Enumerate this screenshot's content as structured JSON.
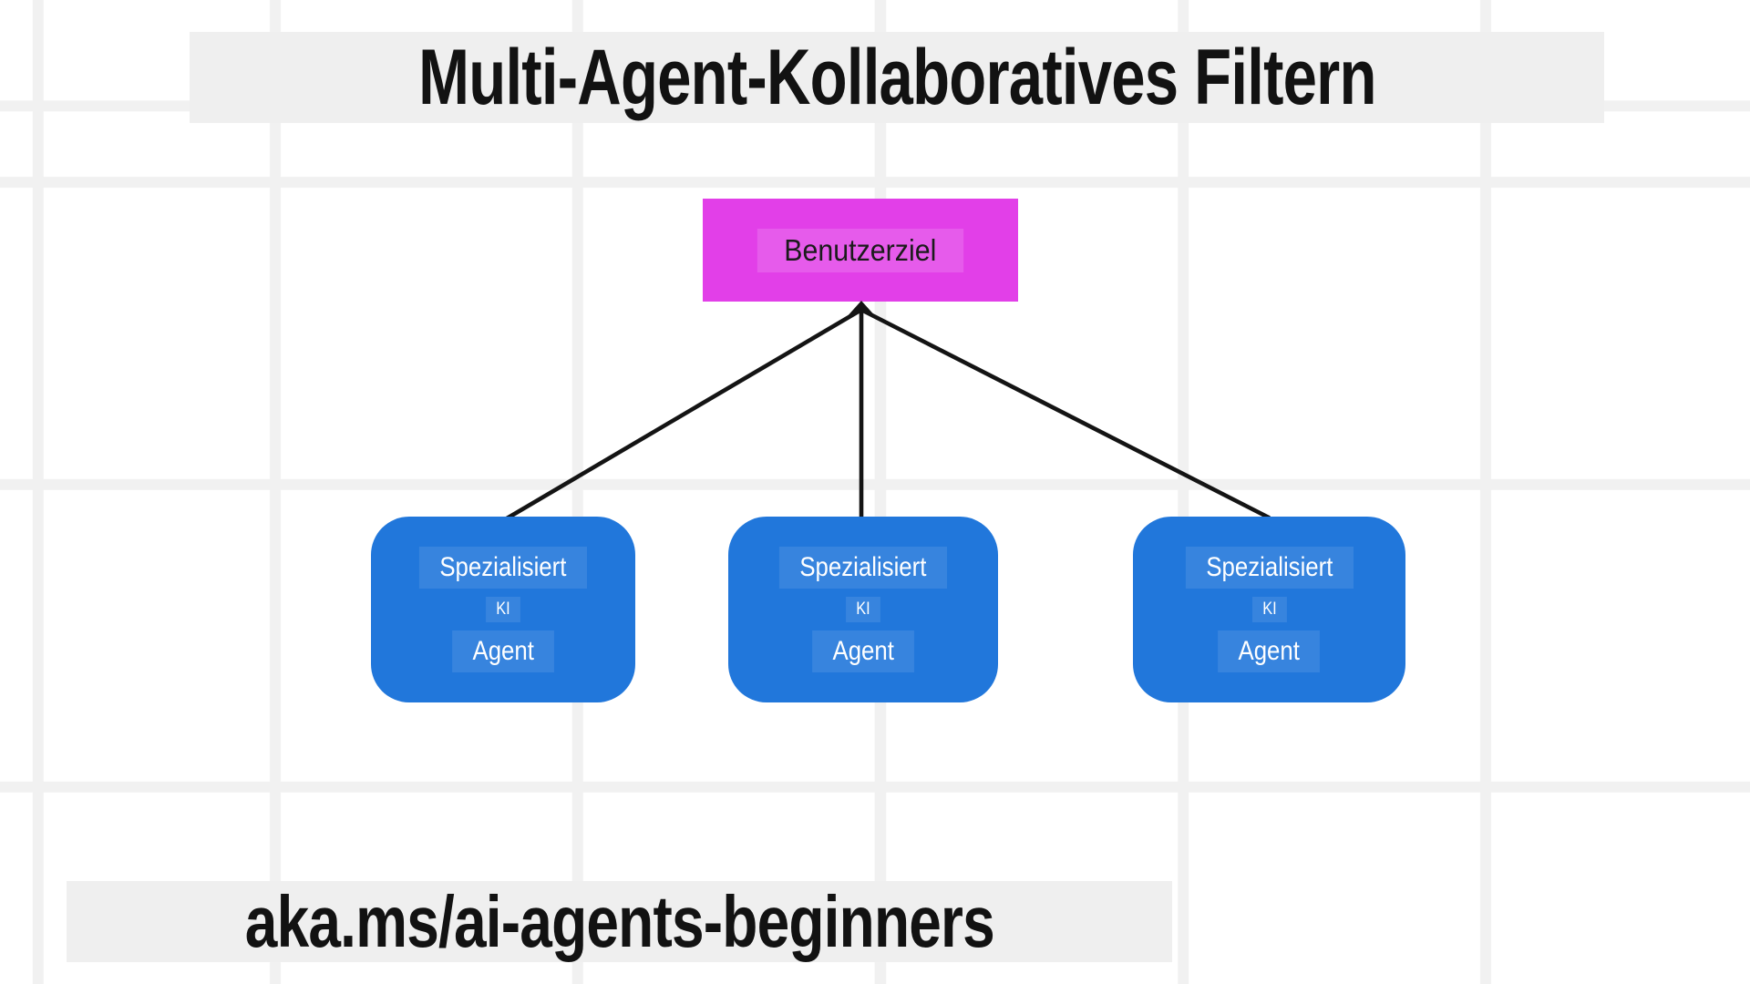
{
  "diagram": {
    "title": "Multi-Agent-Kollaboratives Filtern",
    "footer_link": "aka.ms/ai-agents-beginners",
    "goal_node": {
      "label": "Benutzerziel"
    },
    "agent_nodes": [
      {
        "lines": [
          "Spezialisiert",
          "KI",
          "Agent"
        ]
      },
      {
        "lines": [
          "Spezialisiert",
          "KI",
          "Agent"
        ]
      },
      {
        "lines": [
          "Spezialisiert",
          "KI",
          "Agent"
        ]
      }
    ],
    "colors": {
      "goal_bg": "#E23FE8",
      "agent_bg": "#2177DB",
      "band_bg": "#EFEFEF",
      "grid_line": "#F1F1F1",
      "arrow": "#141414",
      "text_dark": "#121212",
      "text_light": "#FFFFFF"
    }
  }
}
